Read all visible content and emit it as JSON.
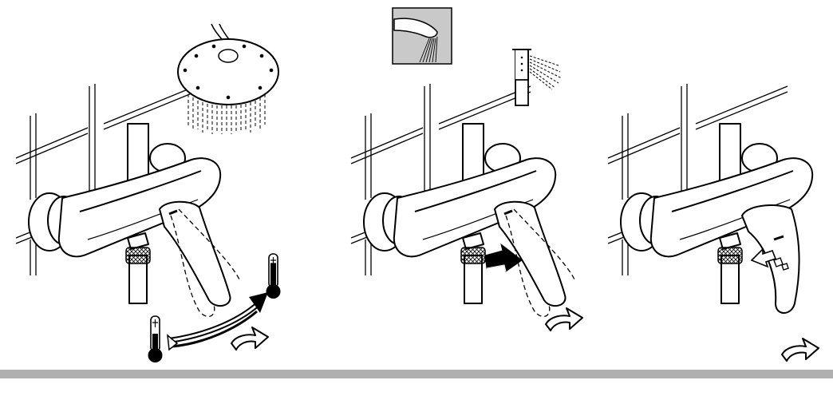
{
  "figure": {
    "panels": [
      {
        "id": "panel-1",
        "step": "temperature-adjust",
        "icons": [
          "overhead-shower-icon",
          "thermometer-cold-icon",
          "thermometer-hot-icon",
          "rotate-arrow-icon"
        ]
      },
      {
        "id": "panel-2",
        "step": "divert-to-hand-shower",
        "icons": [
          "spout-icon",
          "hand-shower-icon",
          "pull-arrow-icon",
          "rotate-arrow-icon"
        ]
      },
      {
        "id": "panel-3",
        "step": "close-and-reset",
        "icons": [
          "push-arrow-icon",
          "rotate-arrow-icon"
        ]
      }
    ],
    "colors": {
      "line": "#000000",
      "fill": "#ffffff",
      "rule": "#b0b0b0",
      "inset_bg": "#c9c9c9"
    }
  }
}
